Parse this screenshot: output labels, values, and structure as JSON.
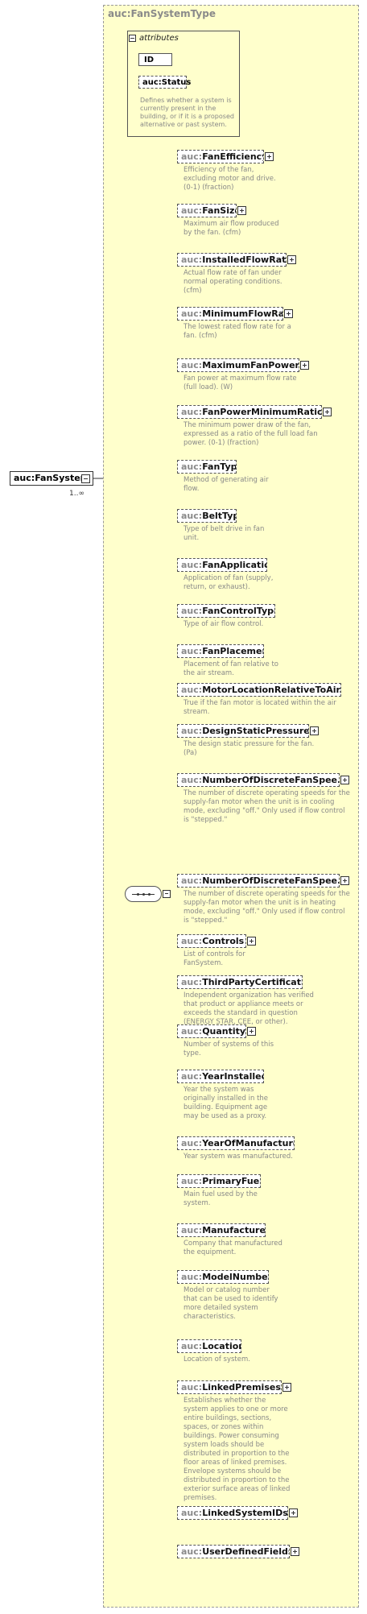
{
  "type_title": "auc:FanSystemType",
  "attributes": {
    "header": "attributes",
    "id_label": "ID",
    "status_label": "auc:Status",
    "status_description": "Defines whether a system is currently present in the building, or if it is a proposed alternative or past system."
  },
  "root": {
    "prefix": "auc:",
    "name": "FanSystem",
    "multiplicity": "1..∞"
  },
  "elements": [
    {
      "prefix": "auc:",
      "name": "FanEfficiency",
      "expandable": true,
      "desc": [
        "Efficiency of the fan,",
        "excluding motor and drive.",
        "(0-1) (fraction)"
      ]
    },
    {
      "prefix": "auc:",
      "name": "FanSize",
      "expandable": true,
      "desc": [
        "Maximum air flow produced",
        "by the fan. (cfm)"
      ]
    },
    {
      "prefix": "auc:",
      "name": "InstalledFlowRate",
      "expandable": true,
      "desc": [
        "Actual flow rate of fan under",
        "normal operating conditions.",
        "(cfm)"
      ]
    },
    {
      "prefix": "auc:",
      "name": "MinimumFlowRate",
      "expandable": true,
      "desc": [
        "The lowest rated flow rate for a",
        "fan. (cfm)"
      ]
    },
    {
      "prefix": "auc:",
      "name": "MaximumFanPower",
      "expandable": true,
      "desc": [
        "Fan power at maximum flow rate",
        "(full load). (W)"
      ]
    },
    {
      "prefix": "auc:",
      "name": "FanPowerMinimumRatio",
      "expandable": true,
      "desc": [
        "The minimum power draw of the fan,",
        "expressed as a ratio of the full load fan",
        "power. (0-1) (fraction)"
      ]
    },
    {
      "prefix": "auc:",
      "name": "FanType",
      "expandable": false,
      "desc": [
        "Method of generating air",
        "flow."
      ]
    },
    {
      "prefix": "auc:",
      "name": "BeltType",
      "expandable": false,
      "desc": [
        "Type of belt drive in fan",
        "unit."
      ]
    },
    {
      "prefix": "auc:",
      "name": "FanApplication",
      "expandable": false,
      "desc": [
        "Application of fan (supply,",
        "return, or exhaust)."
      ]
    },
    {
      "prefix": "auc:",
      "name": "FanControlType",
      "expandable": false,
      "desc": [
        "Type of air flow control."
      ]
    },
    {
      "prefix": "auc:",
      "name": "FanPlacement",
      "expandable": false,
      "desc": [
        "Placement of fan relative to",
        "the air stream."
      ]
    },
    {
      "prefix": "auc:",
      "name": "MotorLocationRelativeToAir...",
      "expandable": false,
      "desc": [
        "True if the fan motor is located within the air",
        "stream."
      ]
    },
    {
      "prefix": "auc:",
      "name": "DesignStaticPressure",
      "expandable": true,
      "desc": [
        "The design static pressure for the fan.",
        "(Pa)"
      ]
    },
    {
      "prefix": "auc:",
      "name": "NumberOfDiscreteFanSpee...",
      "expandable": true,
      "desc": [
        "The number of discrete operating speeds for the",
        "supply-fan motor when the unit is in cooling",
        "mode, excluding \"off.\" Only used if flow control",
        "is \"stepped.\""
      ]
    },
    {
      "prefix": "auc:",
      "name": "NumberOfDiscreteFanSpee...",
      "expandable": true,
      "desc": [
        "The number of discrete operating speeds for the",
        "supply-fan motor when the unit is in heating",
        "mode, excluding \"off.\" Only used if flow control",
        "is \"stepped.\""
      ]
    },
    {
      "prefix": "auc:",
      "name": "Controls",
      "expandable": true,
      "desc": [
        "List of controls for",
        "FanSystem."
      ]
    },
    {
      "prefix": "auc:",
      "name": "ThirdPartyCertification",
      "expandable": false,
      "desc": [
        "Independent organization has verified",
        "that product or appliance meets or",
        "exceeds the standard in question",
        "(ENERGY STAR, CEE, or other)."
      ]
    },
    {
      "prefix": "auc:",
      "name": "Quantity",
      "expandable": true,
      "desc": [
        "Number of systems of this",
        "type."
      ]
    },
    {
      "prefix": "auc:",
      "name": "YearInstalled",
      "expandable": false,
      "desc": [
        "Year the system was",
        "originally installed in the",
        "building. Equipment age",
        "may be used as a proxy."
      ]
    },
    {
      "prefix": "auc:",
      "name": "YearOfManufacture",
      "expandable": false,
      "desc": [
        "Year system was manufactured."
      ]
    },
    {
      "prefix": "auc:",
      "name": "PrimaryFuel",
      "expandable": false,
      "desc": [
        "Main fuel used by the",
        "system."
      ]
    },
    {
      "prefix": "auc:",
      "name": "Manufacturer",
      "expandable": false,
      "desc": [
        "Company that manufactured",
        "the equipment."
      ]
    },
    {
      "prefix": "auc:",
      "name": "ModelNumber",
      "expandable": false,
      "desc": [
        "Model or catalog number",
        "that can be used to identify",
        "more detailed system",
        "characteristics."
      ]
    },
    {
      "prefix": "auc:",
      "name": "Location",
      "expandable": false,
      "desc": [
        "Location of system."
      ]
    },
    {
      "prefix": "auc:",
      "name": "LinkedPremises",
      "expandable": true,
      "desc": [
        "Establishes whether the",
        "system applies to one or more",
        "entire buildings, sections,",
        "spaces, or zones within",
        "buildings. Power consuming",
        "system loads should be",
        "distributed in proportion to the",
        "floor areas of linked premises.",
        "Envelope systems should be",
        "distributed in proportion to the",
        "exterior surface areas of linked",
        "premises."
      ]
    },
    {
      "prefix": "auc:",
      "name": "LinkedSystemIDs",
      "expandable": true,
      "desc": []
    },
    {
      "prefix": "auc:",
      "name": "UserDefinedFields",
      "expandable": true,
      "desc": []
    }
  ]
}
